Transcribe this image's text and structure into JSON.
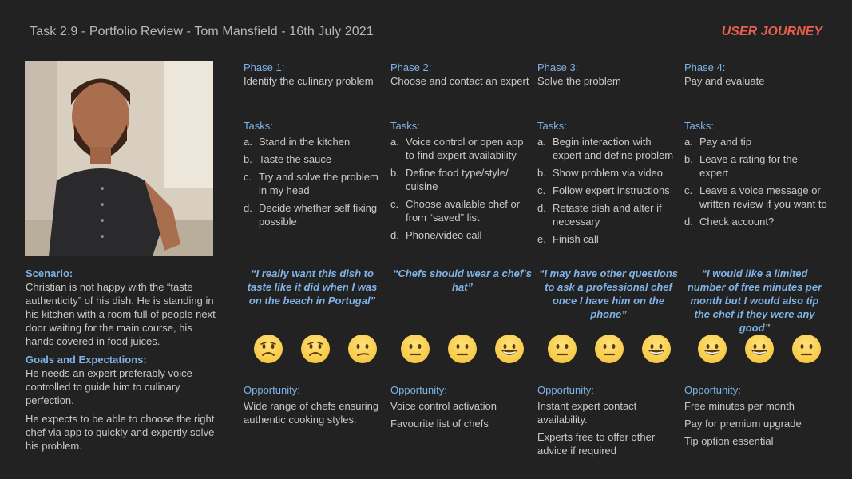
{
  "header": {
    "title": "Task 2.9 - Portfolio Review - Tom Mansfield - 16th July 2021",
    "label": "USER JOURNEY"
  },
  "sidebar": {
    "scenario_heading": "Scenario:",
    "scenario_text": "Christian is not happy with the “taste authenticity” of his dish. He is standing in his kitchen with a room full of people next door waiting for the main course, his hands covered in food juices.",
    "goals_heading": "Goals and Expectations:",
    "goals": [
      "He needs an expert preferably voice-controlled to guide him to culinary perfection.",
      "He expects to be able to choose the right chef via app to quickly and expertly solve his problem."
    ]
  },
  "tasks_label": "Tasks:",
  "opportunity_label": "Opportunity:",
  "phases": [
    {
      "label": "Phase 1:",
      "name": "Identify the culinary problem",
      "tasks": [
        {
          "letter": "a.",
          "text": "Stand in the kitchen"
        },
        {
          "letter": "b.",
          "text": "Taste the sauce"
        },
        {
          "letter": "c.",
          "text": "Try and solve the problem in my head"
        },
        {
          "letter": "d.",
          "text": "Decide whether self fixing possible"
        }
      ],
      "quote": "“I really want this dish to taste like it did when I was on the beach in Portugal”",
      "emotions": [
        "worried",
        "worried",
        "confused"
      ],
      "opportunities": [
        "Wide range of chefs ensuring authentic cooking styles."
      ]
    },
    {
      "label": "Phase 2:",
      "name": "Choose and contact an expert",
      "tasks": [
        {
          "letter": "a.",
          "text": "Voice control or open app to find expert availability"
        },
        {
          "letter": "b.",
          "text": "Define food type/style/ cuisine"
        },
        {
          "letter": "c.",
          "text": "Choose available chef or from “saved” list"
        },
        {
          "letter": "d.",
          "text": "Phone/video call"
        }
      ],
      "quote": "“Chefs should wear a chef’s hat”",
      "emotions": [
        "neutral",
        "neutral",
        "grinning"
      ],
      "opportunities": [
        "Voice control activation",
        "Favourite list of chefs"
      ]
    },
    {
      "label": "Phase 3:",
      "name": "Solve the problem",
      "tasks": [
        {
          "letter": "a.",
          "text": "Begin interaction with expert and define problem"
        },
        {
          "letter": "b.",
          "text": "Show problem via video"
        },
        {
          "letter": "c.",
          "text": "Follow expert instructions"
        },
        {
          "letter": "d.",
          "text": "Retaste dish and alter if necessary"
        },
        {
          "letter": "e.",
          "text": "Finish call"
        }
      ],
      "quote": "“I may have other questions to ask a professional chef once I have him on the phone”",
      "emotions": [
        "neutral",
        "neutral",
        "grinning"
      ],
      "opportunities": [
        "Instant expert contact availability.",
        "Experts free to offer other advice if required"
      ]
    },
    {
      "label": "Phase 4:",
      "name": "Pay and evaluate",
      "tasks": [
        {
          "letter": "a.",
          "text": "Pay and tip"
        },
        {
          "letter": "b.",
          "text": "Leave a rating for the expert"
        },
        {
          "letter": "c.",
          "text": "Leave a voice message or written review if you want to"
        },
        {
          "letter": "d.",
          "text": "Check account?"
        }
      ],
      "quote": "“I would like a limited number of free minutes per month but I would also tip the chef if they were any good”",
      "emotions": [
        "grinning",
        "grinning",
        "neutral"
      ],
      "opportunities": [
        "Free minutes per month",
        "Pay for premium upgrade",
        "Tip option essential"
      ]
    }
  ],
  "colors": {
    "background": "#222222",
    "accent_blue": "#7fb2e5",
    "accent_red": "#e8604c",
    "emoji_yellow": "#f6c640"
  }
}
